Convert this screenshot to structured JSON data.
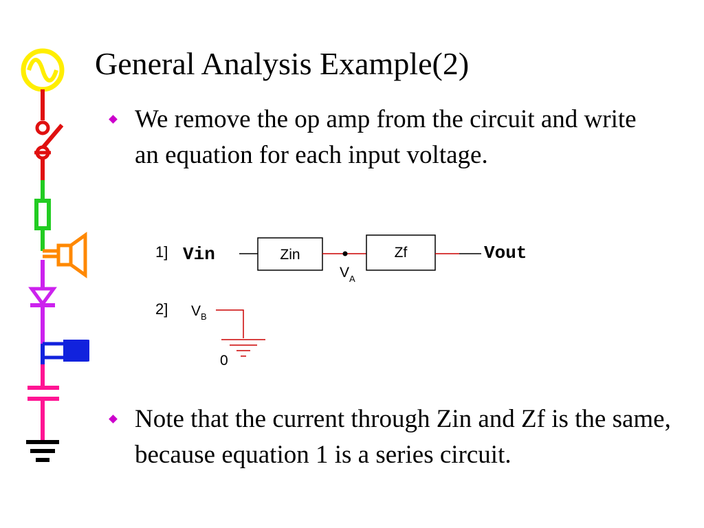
{
  "slide": {
    "title": "General Analysis Example(2)",
    "bullets": [
      "We remove the op amp from the circuit and write an equation for each input voltage.",
      "Note that the current through Zin and Zf is the same, because equation 1 is a series circuit."
    ]
  },
  "diagram": {
    "eq1": {
      "number": "1]",
      "input_label": "Vin",
      "component_1": "Zin",
      "component_2": "Zf",
      "node_letter": "V",
      "node_subscript": "A",
      "output_label": "Vout"
    },
    "eq2": {
      "number": "2]",
      "node_letter": "V",
      "node_subscript": "B",
      "ground_label": "0"
    }
  },
  "colors": {
    "bullet": "#cc00cc",
    "wire_red": "#cc0000",
    "deco_yellow": "#ffee00",
    "deco_red": "#e01010",
    "deco_green": "#22cc22",
    "deco_orange": "#ff8800",
    "deco_purple": "#cc22ee",
    "deco_blue": "#1122dd",
    "deco_pink": "#ff1493"
  },
  "decoration_icons": [
    "ac-source-icon",
    "switch-icon",
    "resistor-icon",
    "speaker-icon",
    "diode-icon",
    "led-icon",
    "capacitor-icon",
    "ground-icon"
  ]
}
